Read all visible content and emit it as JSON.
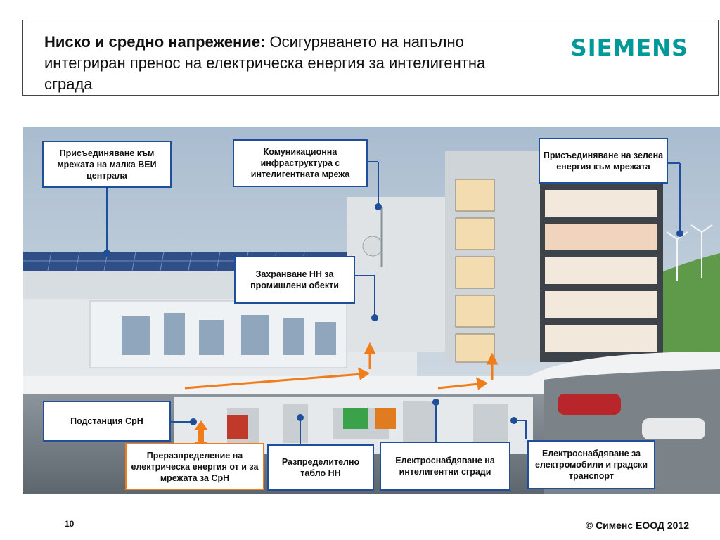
{
  "header": {
    "title_bold": "Ниско и средно напрежение:",
    "title_rest": " Осигуряването на напълно интегриран пренос на електрическа енергия за интелигентна сграда",
    "logo": "SIEMENS"
  },
  "callouts": {
    "vei": "Присъединяване към мрежата на малка ВЕИ централа",
    "comm": "Комуникационна инфраструктура с интелигентната мрежа",
    "green": "Присъединяване на зелена енергия към мрежата",
    "industry": "Захранване НН за промишлени обекти",
    "substation": "Подстанция СрН",
    "redistribution": "Преразпределение на електрическа енергия от и за мрежата за СрН",
    "lv_panel": "Разпределително табло НН",
    "smart_buildings": "Електроснабдяване на интелигентни сгради",
    "ev": "Електроснабдяване за електромобили и градски транспорт"
  },
  "footer": {
    "page_number": "10",
    "copyright": "© Сименс ЕООД 2012"
  },
  "colors": {
    "callout_border": "#1f4e9a",
    "highlight_border": "#f07c1a",
    "logo": "#009999",
    "flow_arrow": "#f07c1a"
  }
}
